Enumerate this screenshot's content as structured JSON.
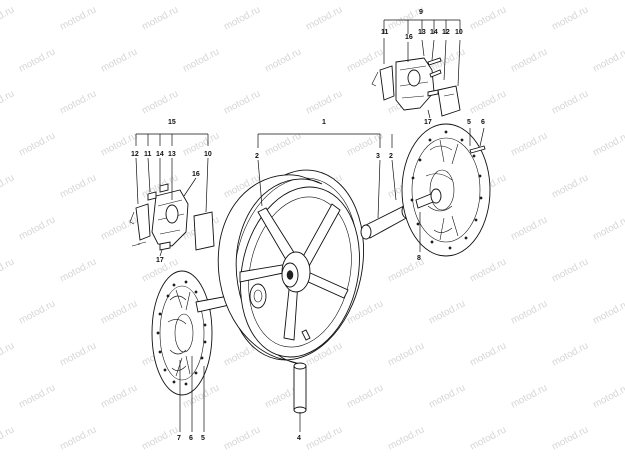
{
  "watermark": "motod.ru",
  "callouts": {
    "top_caliper": {
      "group": "9",
      "parts": [
        "11",
        "16",
        "13",
        "14",
        "12",
        "10"
      ],
      "lower": "17"
    },
    "left_caliper": {
      "group": "15",
      "parts": [
        "12",
        "11",
        "14",
        "13"
      ],
      "part_16": "16",
      "part_10": "10",
      "lower": "17"
    },
    "wheel": {
      "group": "1",
      "left_2": "2",
      "right_3": "3",
      "right_2": "2"
    },
    "right_disc": {
      "five": "5",
      "six": "6",
      "eight": "8"
    },
    "bottom": {
      "seven": "7",
      "six": "6",
      "five": "5",
      "four": "4"
    }
  },
  "colors": {
    "line": "#111111",
    "watermark": "#d6d6d6",
    "background": "#ffffff"
  }
}
